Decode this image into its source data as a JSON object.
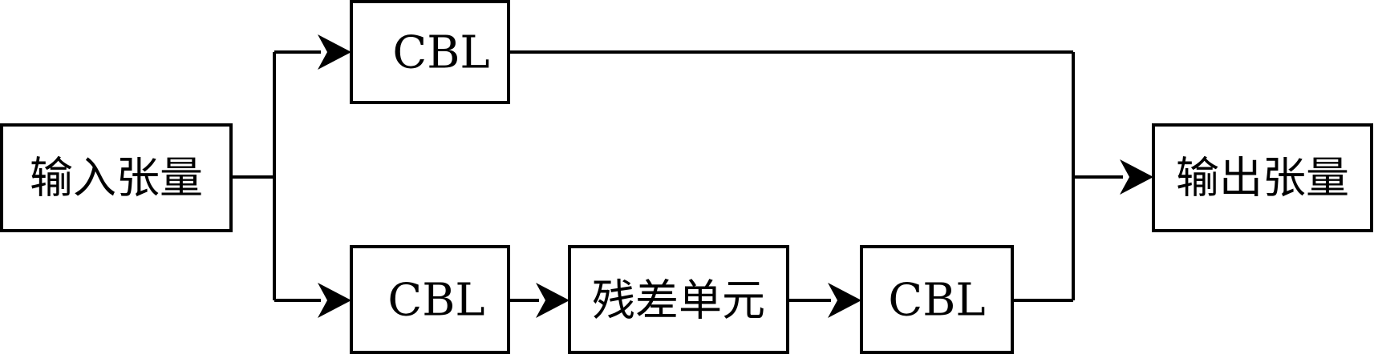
{
  "nodes": {
    "input": {
      "label": "输入张量"
    },
    "cbl_top": {
      "label": "CBL"
    },
    "cbl_bottom_1": {
      "label": "CBL"
    },
    "residual": {
      "label": "残差单元"
    },
    "cbl_bottom_2": {
      "label": "CBL"
    },
    "output": {
      "label": "输出张量"
    }
  },
  "edges": [
    {
      "from": "input",
      "to": "cbl_top"
    },
    {
      "from": "input",
      "to": "cbl_bottom_1"
    },
    {
      "from": "cbl_bottom_1",
      "to": "residual"
    },
    {
      "from": "residual",
      "to": "cbl_bottom_2"
    },
    {
      "from": "cbl_top",
      "to": "output"
    },
    {
      "from": "cbl_bottom_2",
      "to": "output"
    }
  ],
  "colors": {
    "stroke": "#000000",
    "fill": "#ffffff"
  }
}
